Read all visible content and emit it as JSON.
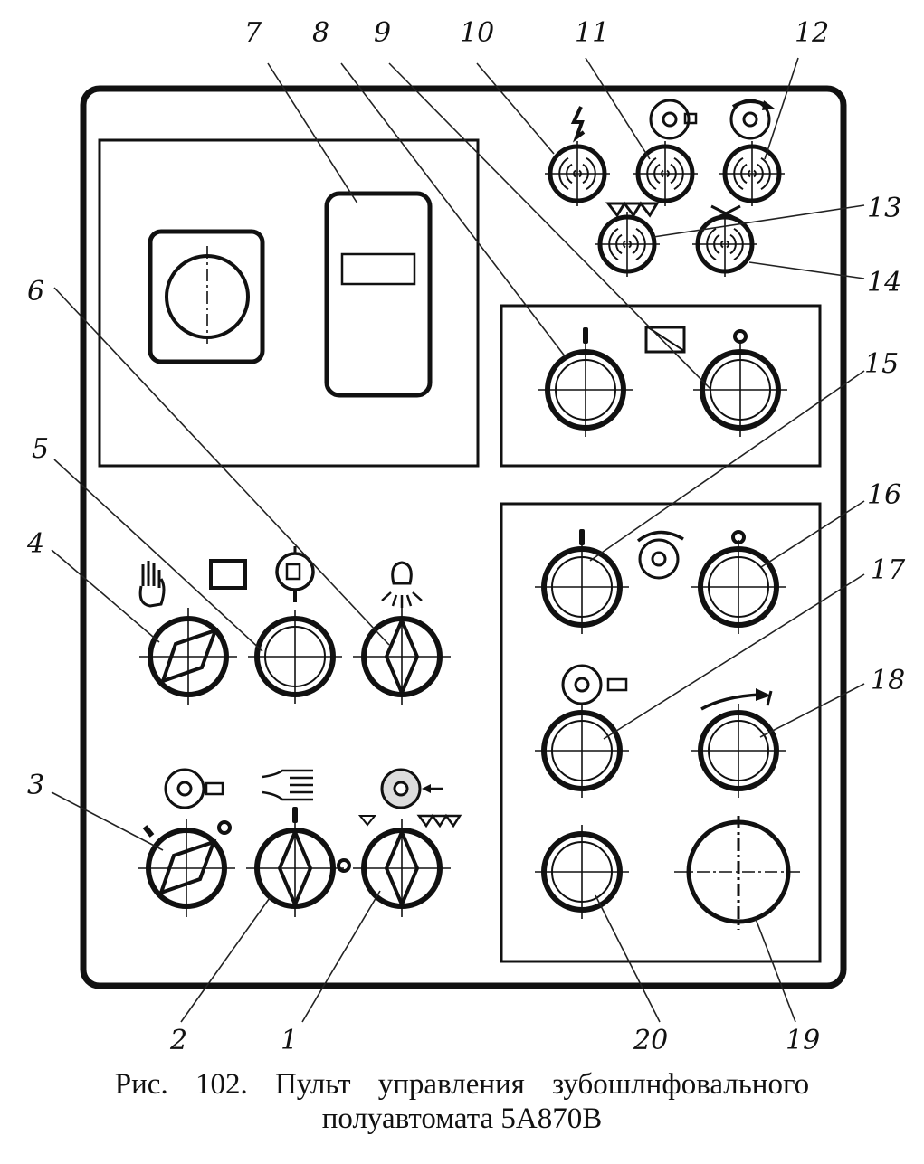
{
  "figure": {
    "caption_line1": "Рис.  102.  Пульт  управления  зубошлнфовального",
    "caption_line2": "полуавтомата 5А870В"
  },
  "callouts": [
    {
      "id": "1",
      "label": "1"
    },
    {
      "id": "2",
      "label": "2"
    },
    {
      "id": "3",
      "label": "3"
    },
    {
      "id": "4",
      "label": "4"
    },
    {
      "id": "5",
      "label": "5"
    },
    {
      "id": "6",
      "label": "6"
    },
    {
      "id": "7",
      "label": "7"
    },
    {
      "id": "8",
      "label": "8"
    },
    {
      "id": "9",
      "label": "9"
    },
    {
      "id": "10",
      "label": "10"
    },
    {
      "id": "11",
      "label": "11"
    },
    {
      "id": "12",
      "label": "12"
    },
    {
      "id": "13",
      "label": "13"
    },
    {
      "id": "14",
      "label": "14"
    },
    {
      "id": "15",
      "label": "15"
    },
    {
      "id": "16",
      "label": "16"
    },
    {
      "id": "17",
      "label": "17"
    },
    {
      "id": "18",
      "label": "18"
    },
    {
      "id": "19",
      "label": "19"
    },
    {
      "id": "20",
      "label": "20"
    }
  ],
  "controls": {
    "signal_lamps": [
      {
        "callout": "10",
        "symbol": "lightning-icon"
      },
      {
        "callout": "11",
        "symbol": "grinding-wheel-dresser-icon"
      },
      {
        "callout": "12",
        "symbol": "wheel-rotation-icon"
      },
      {
        "callout": "13",
        "symbol": "triple-triangle-icon"
      },
      {
        "callout": "14",
        "symbol": "cross-arrows-icon"
      }
    ],
    "upper_right_buttons": [
      {
        "callout": "8",
        "symbol": "on-mark-icon"
      },
      {
        "callout": "9",
        "symbol": "off-mark-icon",
        "group_symbol": "cycle-arrows-icon"
      }
    ],
    "upper_left_panel": [
      {
        "callout": "6",
        "kind": "rotary-switch-in-frame"
      },
      {
        "callout": "7",
        "kind": "instrument-window"
      }
    ],
    "middle_row": [
      {
        "callout": "4",
        "symbol": "hand-icon",
        "kind": "rotary-switch"
      },
      {
        "callout": "5",
        "symbol": "cycle-arrows-icon",
        "kind": "push-button"
      },
      {
        "callout": "6",
        "symbol": "lamp-icon",
        "kind": "rotary-switch"
      }
    ],
    "bottom_row": [
      {
        "callout": "3",
        "symbol": "grinding-wheel-dresser-icon",
        "kind": "rotary-switch"
      },
      {
        "callout": "2",
        "symbol": "coolant-icon",
        "kind": "rotary-switch"
      },
      {
        "callout": "1",
        "symbol": "wheel-feed-icon",
        "kind": "rotary-switch"
      }
    ],
    "right_panel": [
      {
        "callout": "15",
        "symbol": "on-mark-icon"
      },
      {
        "callout": "16",
        "symbol": "off-mark-icon"
      },
      {
        "callout": "17",
        "symbol": "grinding-wheel-dresser-icon"
      },
      {
        "callout": "18",
        "symbol": "rotation-arrow-icon"
      },
      {
        "callout": "19",
        "kind": "emergency-stop"
      },
      {
        "callout": "20",
        "kind": "push-button"
      }
    ]
  }
}
